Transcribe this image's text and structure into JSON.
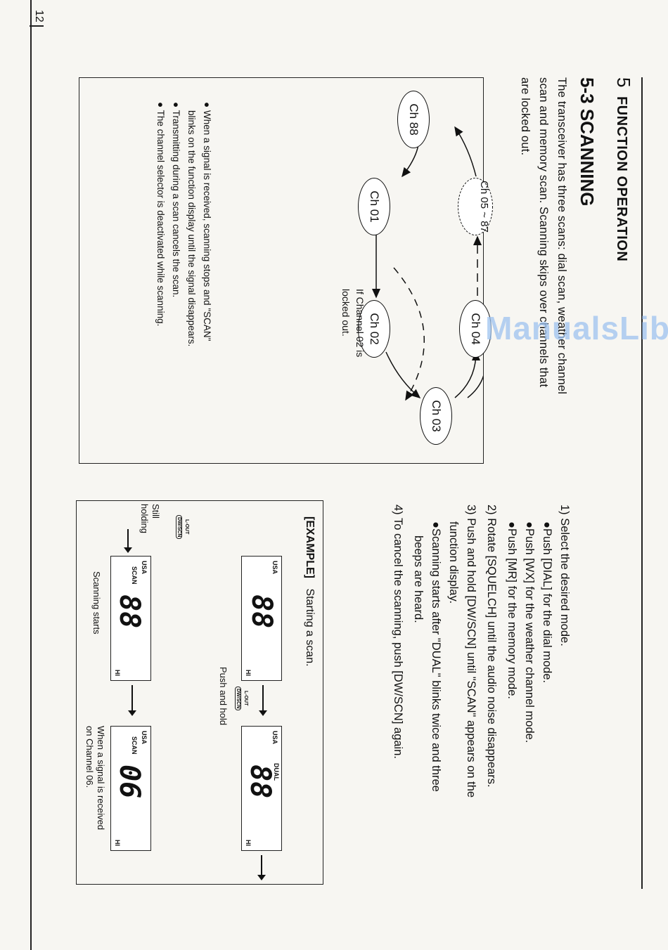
{
  "page_number": "12",
  "chapter": {
    "number": "5",
    "title": "FUNCTION OPERATION"
  },
  "section_title": "5-3 SCANNING",
  "intro": [
    "The transceiver has three scans: dial scan, weather channel",
    "scan and memory scan. Scanning skips over channels that",
    "are locked out."
  ],
  "diagram": {
    "channels": [
      "Ch 01",
      "Ch 02",
      "Ch 03",
      "Ch 04",
      "Ch 05 ~ 87",
      "Ch 88"
    ],
    "lockout_note": [
      "If Channel 02 is",
      "locked out."
    ]
  },
  "notes": [
    [
      "● When a signal is received, scanning stops and \"SCAN\"",
      "blinks on the function display until the signal disappears."
    ],
    [
      "● Transmitting during a scan cancels the scan."
    ],
    [
      "● The channel selector is deactivated while scanning."
    ]
  ],
  "steps": [
    {
      "text": "1) Select the desired mode.",
      "subs": [
        "●Push [DIAL] for the dial mode.",
        "●Push [WX] for the weather channel mode.",
        "●Push [MR] for the memory mode."
      ]
    },
    {
      "text": "2) Rotate [SQUELCH] until the audio noise disappears.",
      "subs": []
    },
    {
      "text": "3) Push and hold [DW/SCN] until \"SCAN\" appears on the",
      "subs": [
        "function display.",
        "●Scanning starts after \"DUAL\" blinks twice and three",
        "beeps are heard."
      ]
    },
    {
      "text": "4) To cancel the scanning, push [DW/SCN] again.",
      "subs": []
    }
  ],
  "example": {
    "title": "[EXAMPLE]",
    "subtitle": "Starting a scan.",
    "lout": "L-OUT",
    "button": "DW/SCN",
    "push_hold": "Push and hold",
    "still": "Still",
    "holding": "holding",
    "scanning_starts": "Scanning starts",
    "received_1": "When a signal is received",
    "received_2": "on Channel 06.",
    "lcd_usa": "USA",
    "lcd_hi": "HI",
    "lcd_dual": "DUAL",
    "lcd_scan": "SCAN",
    "digits_88": "88",
    "digits_06": "06"
  },
  "watermark": "ManualsLib.com"
}
